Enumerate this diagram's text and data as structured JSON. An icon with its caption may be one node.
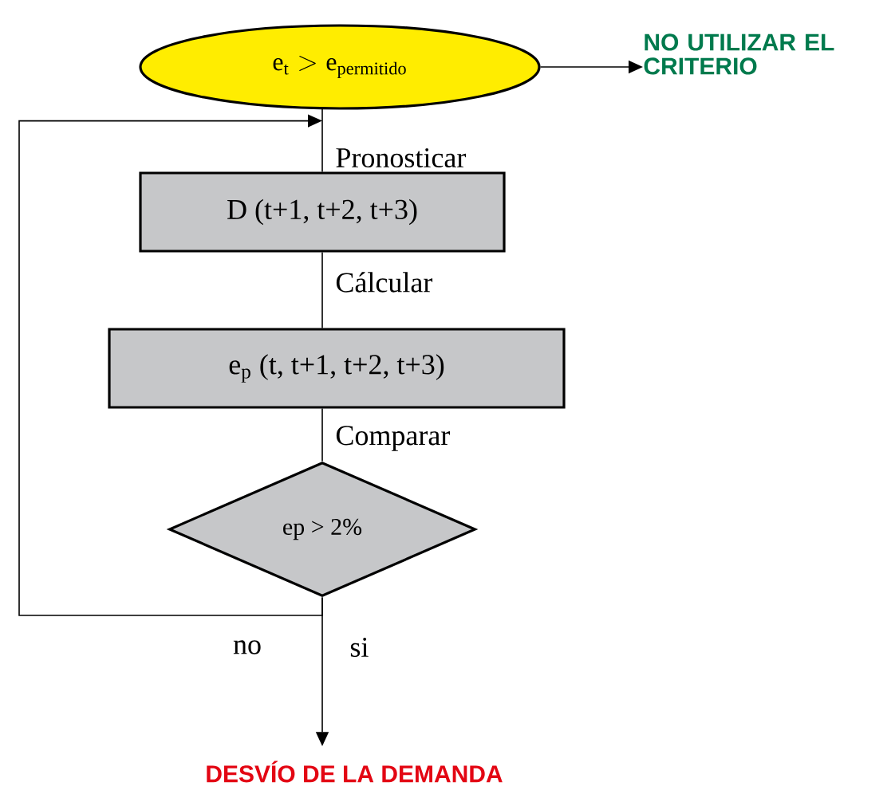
{
  "diagram": {
    "nodes": [
      {
        "text": [
          "\\mathrm{e}_{\\mathrm{t}} > \\mathrm{e}_{\\mathrm{permitido}}"
        ]
      },
      {
        "text": [
          "NO UTILIZAR EL CRITERIO"
        ]
      },
      {
        "text": [
          "D (t+1, t+2, t+3)"
        ]
      },
      {
        "text": [
          "e$_{p}$ (t, t+1, t+2, t+3)"
        ]
      },
      {
        "text": [
          "ep > 2%"
        ]
      },
      {
        "text": [
          "DESVÍO DE LA DEMANDA"
        ]
      }
    ],
    "edges": [
      {
        "from": 0,
        "to": 1,
        "arrow": "to"
      },
      {
        "from": 0,
        "to": 2,
        "arrow": "none",
        "label": "Pronosticar"
      },
      {
        "from": 2,
        "to": 3,
        "arrow": "none",
        "label": "Cálcular"
      },
      {
        "from": 3,
        "to": 4,
        "arrow": "none",
        "label": "Comparar"
      },
      {
        "from": 4,
        "to": 0,
        "arrow": "to",
        "label": "no"
      },
      {
        "from": 4,
        "to": 5,
        "arrow": "to",
        "label": "si"
      }
    ]
  }
}
